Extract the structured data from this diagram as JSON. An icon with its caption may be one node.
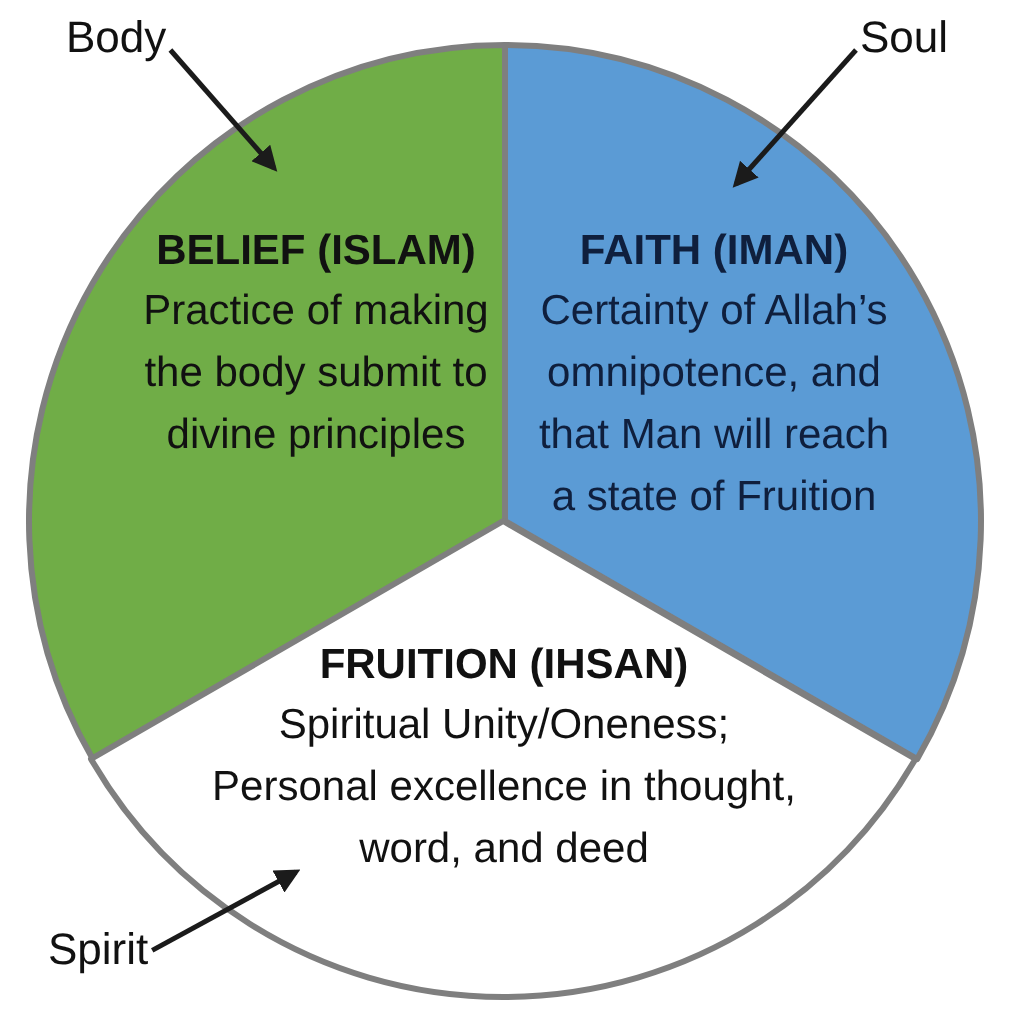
{
  "diagram": {
    "nodes": [
      {
        "text": [
          "Body"
        ]
      },
      {
        "text": [
          "Soul"
        ]
      },
      {
        "text": [
          "BELIEF (ISLAM)",
          "Practice of making the body submit to divine principles"
        ]
      },
      {
        "text": [
          "FAITH (IMAN)",
          "Certainty of Allah’s omnipotence, and that Man will reach a state of Fruition"
        ]
      },
      {
        "text": [
          "FRUITION (IHSAN)",
          "Spiritual Unity/Oneness; Personal excellence in thought, word, and deed"
        ]
      },
      {
        "text": [
          "Spirit"
        ]
      }
    ],
    "edges": [
      {
        "from": 0,
        "to": 2,
        "arrow": "to"
      },
      {
        "from": 1,
        "to": 3,
        "arrow": "to"
      },
      {
        "from": 5,
        "to": 4,
        "arrow": "to"
      }
    ]
  }
}
